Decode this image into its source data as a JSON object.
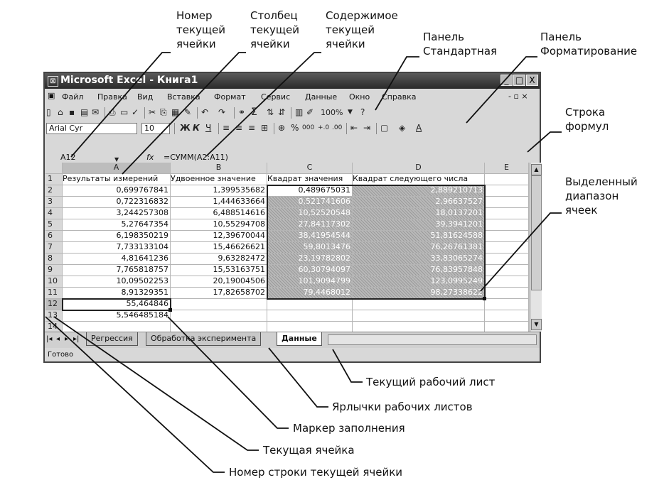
{
  "callouts": {
    "cell_number": [
      "Номер",
      "текущей",
      "ячейки"
    ],
    "column": [
      "Столбец",
      "текущей",
      "ячейки"
    ],
    "contents": [
      "Содержимое",
      "текущей",
      "ячейки"
    ],
    "std_panel": [
      "Панель",
      "Стандартная"
    ],
    "fmt_panel": [
      "Панель",
      "Форматирование"
    ],
    "formula_bar": [
      "Строка",
      "формул"
    ],
    "selected_range": [
      "Выделенный",
      "диапазон",
      "ячеек"
    ],
    "current_sheet": "Текущий рабочий лист",
    "sheet_tabs": "Ярлычки рабочих листов",
    "fill_handle": "Маркер заполнения",
    "current_cell": "Текущая ячейка",
    "row_number": "Номер строки текущей ячейки"
  },
  "window": {
    "title": "Microsoft Excel - Книга1",
    "app_icon": "excel-icon",
    "btn_min": "_",
    "btn_max": "□",
    "btn_close": "X"
  },
  "menu": {
    "items": [
      "Файл",
      "Правка",
      "Вид",
      "Вставка",
      "Формат",
      "Сервис",
      "Данные",
      "Окно",
      "Справка"
    ],
    "doc_controls": "- ▫ ×"
  },
  "toolbar_standard": {
    "icons": [
      "new-icon",
      "open-icon",
      "save-icon",
      "permission-icon",
      "email-icon",
      "print-icon",
      "preview-icon",
      "spelling-icon",
      "cut-icon",
      "copy-icon",
      "paste-icon",
      "format-painter-icon",
      "undo-icon",
      "redo-icon",
      "hyperlink-icon",
      "autosum-icon",
      "sort-asc-icon",
      "sort-desc-icon",
      "chart-icon",
      "drawing-icon",
      "help-icon"
    ],
    "zoom": "100%"
  },
  "toolbar_format": {
    "font": "Arial Cyr",
    "size": "10",
    "bold": "Ж",
    "italic": "К",
    "underline": "Ч",
    "percent": "%",
    "thousands": "000"
  },
  "formula_bar": {
    "name_box": "A12",
    "fx": "fx",
    "formula": "=СУММ(A2:A11)"
  },
  "grid": {
    "columns": [
      "A",
      "B",
      "C",
      "D",
      "E"
    ],
    "rows": [
      {
        "n": "1",
        "cells": [
          "Результаты измерений",
          "Удвоенное значение",
          "Квадрат значения",
          "Квадрат следующего числа",
          ""
        ]
      },
      {
        "n": "2",
        "cells": [
          "0,699767841",
          "1,399535682",
          "0,489675031",
          "2,889210713",
          ""
        ]
      },
      {
        "n": "3",
        "cells": [
          "0,722316832",
          "1,444633664",
          "0,521741606",
          "2,96637527",
          ""
        ]
      },
      {
        "n": "4",
        "cells": [
          "3,244257308",
          "6,488514616",
          "10,52520548",
          "18,0137201",
          ""
        ]
      },
      {
        "n": "5",
        "cells": [
          "5,27647354",
          "10,55294708",
          "27,84117302",
          "39,3941201",
          ""
        ]
      },
      {
        "n": "6",
        "cells": [
          "6,198350219",
          "12,39670044",
          "38,41954544",
          "51,81624588",
          ""
        ]
      },
      {
        "n": "7",
        "cells": [
          "7,733133104",
          "15,46626621",
          "59,8013476",
          "76,26761381",
          ""
        ]
      },
      {
        "n": "8",
        "cells": [
          "4,81641236",
          "9,63282472",
          "23,19782802",
          "33,83065274",
          ""
        ]
      },
      {
        "n": "9",
        "cells": [
          "7,765818757",
          "15,53163751",
          "60,30794097",
          "76,83957848",
          ""
        ]
      },
      {
        "n": "10",
        "cells": [
          "10,09502253",
          "20,19004506",
          "101,9094799",
          "123,0995249",
          ""
        ]
      },
      {
        "n": "11",
        "cells": [
          "8,91329351",
          "17,82658702",
          "79,4468012",
          "98,27338622",
          ""
        ]
      },
      {
        "n": "12",
        "cells": [
          "55,464846",
          "",
          "",
          "",
          ""
        ]
      },
      {
        "n": "13",
        "cells": [
          "5,546485184",
          "",
          "",
          "",
          ""
        ]
      },
      {
        "n": "14",
        "cells": [
          "",
          "",
          "",
          "",
          ""
        ]
      }
    ]
  },
  "sheets": {
    "tabs": [
      "Регрессия",
      "Обработка эксперимента",
      "Данные"
    ],
    "nav_icons": [
      "first-sheet-icon",
      "prev-sheet-icon",
      "next-sheet-icon",
      "last-sheet-icon"
    ]
  },
  "status": "Готово"
}
